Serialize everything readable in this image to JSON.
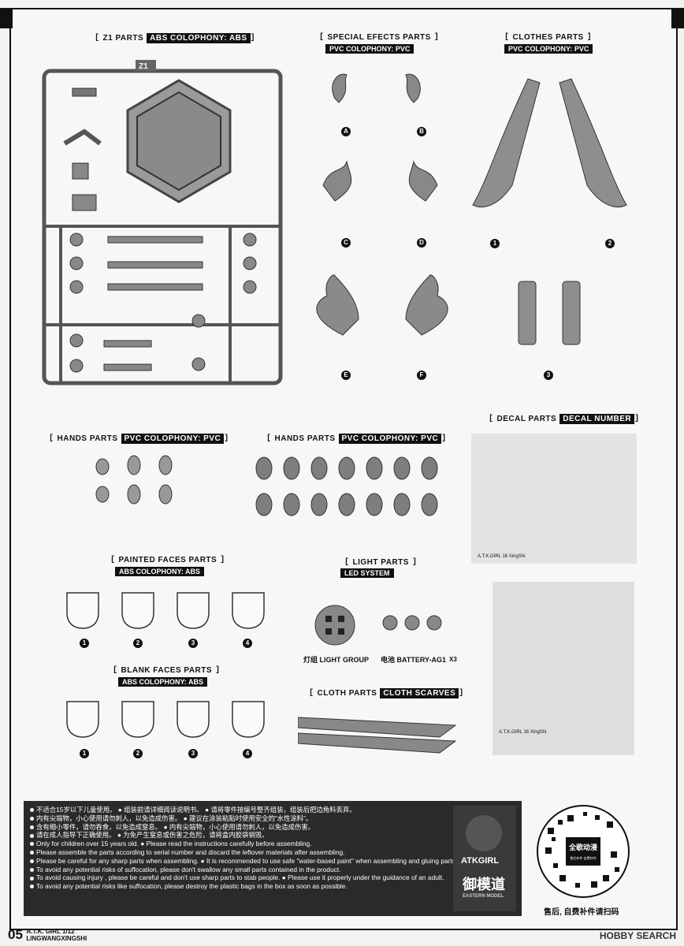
{
  "sections": {
    "z1": {
      "title": "Z1 PARTS",
      "badge": "ABS COLOPHONY: ABS",
      "sprue_tag": "Z1"
    },
    "special": {
      "title": "SPECIAL EFECTS PARTS",
      "sub": "PVC COLOPHONY: PVC",
      "labels": [
        "A",
        "B",
        "C",
        "D",
        "E",
        "F"
      ]
    },
    "clothes": {
      "title": "CLOTHES PARTS",
      "sub": "PVC COLOPHONY: PVC",
      "labels": [
        "1",
        "2",
        "3"
      ]
    },
    "decal": {
      "title": "DECAL PARTS",
      "badge": "DECAL NUMBER",
      "sheet_text": "A.T.K.GIRL 16 XingShi",
      "sheet_text2": "A.T.K.GIRL 16 XingShi"
    },
    "hands1": {
      "title": "HANDS PARTS",
      "badge": "PVC COLOPHONY: PVC"
    },
    "hands2": {
      "title": "HANDS PARTS",
      "badge": "PVC COLOPHONY: PVC"
    },
    "painted": {
      "title": "PAINTED FACES PARTS",
      "sub": "ABS COLOPHONY: ABS",
      "labels": [
        "1",
        "2",
        "3",
        "4"
      ]
    },
    "light": {
      "title": "LIGHT PARTS",
      "sub": "LED SYSTEM",
      "light_group": "灯组 LIGHT GROUP",
      "battery": "电池 BATTERY-AG1",
      "battery_count": "X3"
    },
    "blank": {
      "title": "BLANK FACES PARTS",
      "sub": "ABS COLOPHONY: ABS",
      "labels": [
        "1",
        "2",
        "3",
        "4"
      ]
    },
    "cloth": {
      "title": "CLOTH PARTS",
      "badge": "CLOTH SCARVES"
    }
  },
  "notices": [
    "不适合15岁以下儿童使用。 ● 组装前请详细阅读说明书。 ● 请将零件按编号整齐组装，组装后把边角料丢弃。",
    "内有尖端物，小心使用请勿刺人，以免造成伤害。 ● 建议在涂装粘贴时使用安全的“水性涂料”。",
    "含有细小零件，请勿吞食，以免造成窒息。 ● 内有尖端物，小心使用请勿刺人，以免造成伤害。",
    "请在成人指导下正确使用。 ● 为免产生窒息或伤害之危险，请将盒内胶袋销毁。",
    "Only for children over 15 years old.  ● Please read the instructions carefully before assembling.",
    "Please assemble the parts according to serial number and discard the leftover materials after assembling.",
    "Please be careful for any sharp parts when assembling.  ● It is recommended to use safe \"water-based paint\" when assembling and gluing parts.",
    "To avoid any potential risks of suffocation, please don't swallow any small parts contained in the product.",
    "To avoid causing injury , please be careful and don't use sharp parts to stab people.  ● Please use it properly under the guidance of an adult.",
    "To avoid any potential risks like suffocation, please destroy the plastic bags in the box as soon as possible."
  ],
  "brand": {
    "name": "ATKGIRL",
    "cn": "御模道",
    "sub": "EASTERN MODEL"
  },
  "qr": {
    "caption": "售后, 自费补件请扫码",
    "badge": "全歌动漫",
    "badge_sub": "售后补件·自费补件"
  },
  "footer": {
    "page": "05",
    "line1": "A.T.K. GIRL 1/12",
    "line2": "LINGWANGXINGSHI"
  },
  "watermark": "HOBBY SEARCH",
  "colors": {
    "part": "#8e8e8e",
    "dark": "#111111",
    "paper": "#f7f7f7"
  }
}
